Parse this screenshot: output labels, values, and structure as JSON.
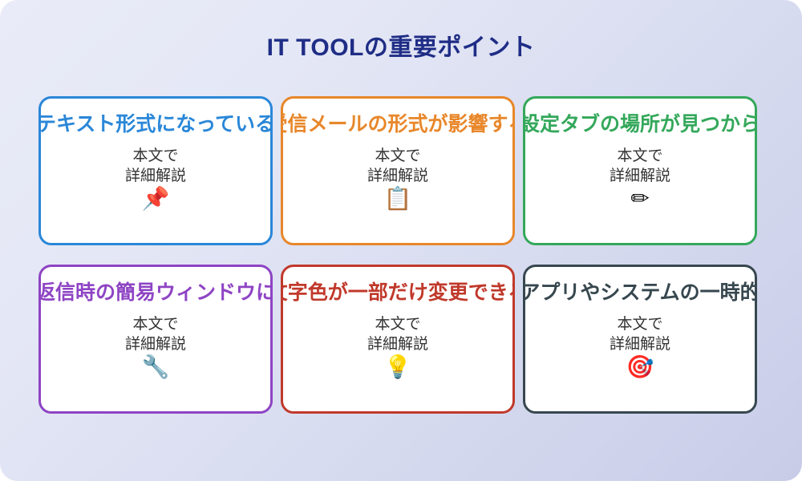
{
  "page": {
    "title": "IT TOOLの重要ポイント",
    "title_color": "#1f2d86",
    "background_top": "#e9ebf8",
    "background_bottom": "#c8cce8"
  },
  "cards": [
    {
      "title": "テキスト形式になっている",
      "body": "本文で\n詳細解説",
      "icon": "📌",
      "icon_name": "pushpin-icon",
      "accent": "#2a87d8"
    },
    {
      "title": "受信メールの形式が影響する",
      "body": "本文で\n詳細解説",
      "icon": "📋",
      "icon_name": "clipboard-icon",
      "accent": "#e8872a"
    },
    {
      "title": "書式設定タブの場所が見つからない",
      "body": "本文で\n詳細解説",
      "icon": "✏",
      "icon_name": "pencil-icon",
      "accent": "#34a85b"
    },
    {
      "title": "返信時の簡易ウィンドウに",
      "body": "本文で\n詳細解説",
      "icon": "🔧",
      "icon_name": "wrench-icon",
      "accent": "#8e44c4"
    },
    {
      "title": "文字色が一部だけ変更できる",
      "body": "本文で\n詳細解説",
      "icon": "💡",
      "icon_name": "lightbulb-icon",
      "accent": "#c0392b"
    },
    {
      "title": "アプリやシステムの一時的",
      "body": "本文で\n詳細解説",
      "icon": "🎯",
      "icon_name": "target-icon",
      "accent": "#37474f"
    }
  ]
}
